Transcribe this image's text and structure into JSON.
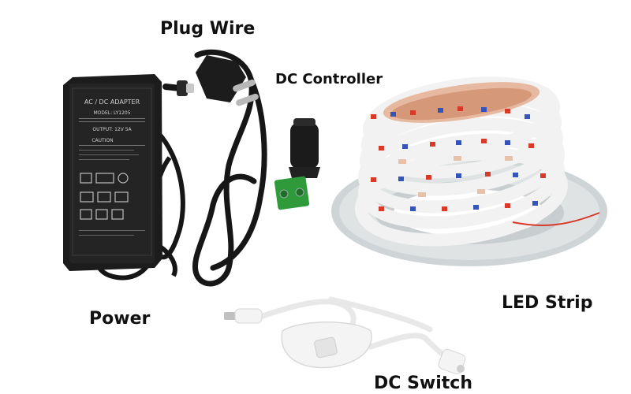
{
  "labels": {
    "plug_wire": "Plug Wire",
    "dc_controller": "DC Controller",
    "power": "Power",
    "led_strip": "LED Strip",
    "dc_switch": "DC Switch"
  },
  "adapter": {
    "title": "AC / DC ADAPTER",
    "model": "MODEL: LY1205",
    "output": "OUTPUT: 12V  5A",
    "caution": "CAUTION"
  },
  "colors": {
    "adapter_body": "#1c1c1c",
    "cable": "#161616",
    "terminal_green": "#2e9a3a",
    "reel": "#dfe3e4",
    "strip": "#f2f2f2",
    "led_red": "#d83a2a",
    "led_blue": "#3554b8",
    "switch_white": "#f4f4f4"
  }
}
